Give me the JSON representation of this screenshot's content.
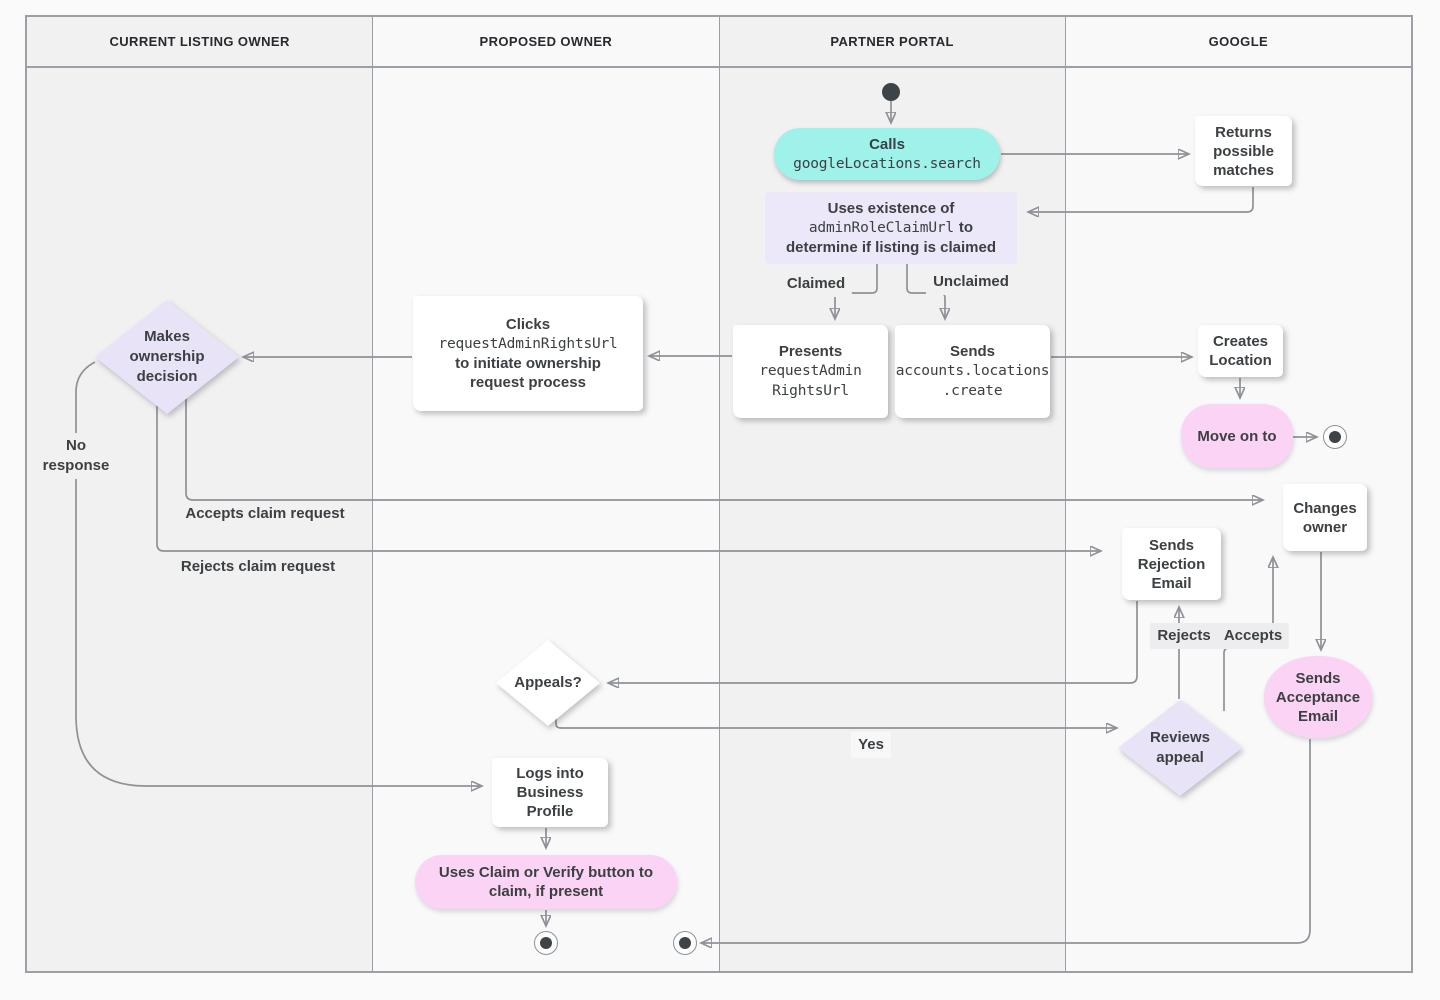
{
  "lanes": [
    {
      "title": "CURRENT LISTING OWNER"
    },
    {
      "title": "PROPOSED OWNER"
    },
    {
      "title": "PARTNER PORTAL"
    },
    {
      "title": "GOOGLE"
    }
  ],
  "nodes": {
    "calls": {
      "title": "Calls",
      "code": "googleLocations.search"
    },
    "returns_matches": {
      "label": "Returns possible matches"
    },
    "uses_existence": {
      "line1": "Uses existence of",
      "code": "adminRoleClaimUrl",
      "line2_suffix": "to",
      "line3": "determine if listing is claimed"
    },
    "presents": {
      "title": "Presents",
      "code_lines": [
        "requestAdmin",
        "RightsUrl"
      ]
    },
    "sends_create": {
      "title": "Sends",
      "code_lines": [
        "accounts.locations",
        ".create"
      ]
    },
    "clicks": {
      "title": "Clicks",
      "code": "requestAdminRightsUrl",
      "rest": "to initiate ownership request process"
    },
    "makes_decision": {
      "label": "Makes ownership decision"
    },
    "creates_location": {
      "label": "Creates Location"
    },
    "move_on": {
      "label": "Move on to"
    },
    "changes_owner": {
      "label": "Changes owner"
    },
    "sends_rejection": {
      "label": "Sends Rejection Email"
    },
    "appeals": {
      "label": "Appeals?"
    },
    "reviews_appeal": {
      "label": "Reviews appeal"
    },
    "sends_acceptance": {
      "label": "Sends Acceptance Email"
    },
    "logs_in": {
      "label": "Logs into Business Profile"
    },
    "uses_claim": {
      "label": "Uses Claim or Verify button to claim, if present"
    }
  },
  "edge_labels": {
    "claimed": "Claimed",
    "unclaimed": "Unclaimed",
    "no_response": "No response",
    "accepts_claim": "Accepts claim request",
    "rejects_claim": "Rejects claim request",
    "rejects": "Rejects",
    "accepts": "Accepts",
    "yes": "Yes"
  },
  "colors": {
    "teal": "#9ff2ea",
    "lavender": "#ece7f9",
    "diamond_lavender": "#e9e3f7",
    "pink": "#fbd3f4",
    "line": "#8e9297",
    "arrow": "#686d71",
    "text": "#3c4043",
    "lane_dark": "#f1f1f2",
    "lane_light": "#f9f9fa",
    "border": "#9aa0a6"
  }
}
